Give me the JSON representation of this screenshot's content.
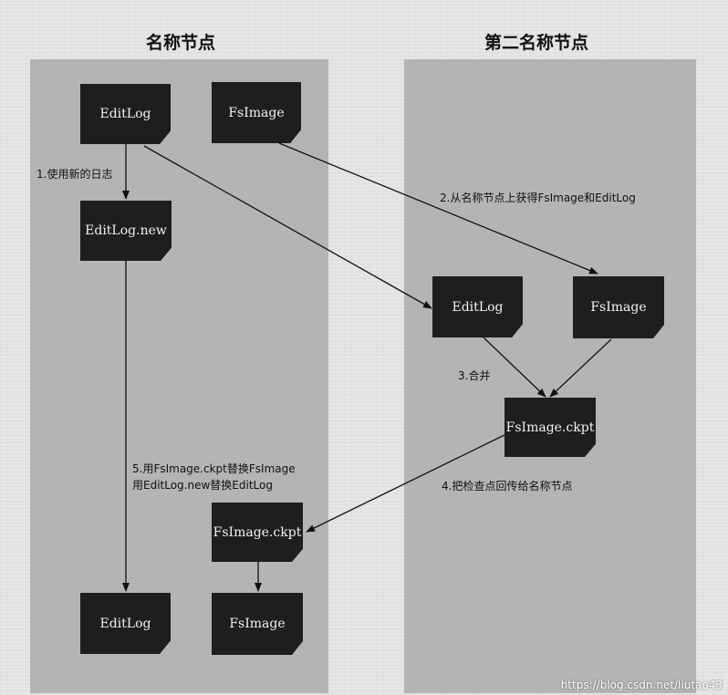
{
  "titles": {
    "left": "名称节点",
    "right": "第二名称节点"
  },
  "docs": {
    "editlog_top": "EditLog",
    "fsimage_top": "FsImage",
    "editlog_new": "EditLog.new",
    "editlog_copy": "EditLog",
    "fsimage_copy": "FsImage",
    "fsimage_ckpt_right": "FsImage.ckpt",
    "fsimage_ckpt_left": "FsImage.ckpt",
    "editlog_bottom": "EditLog",
    "fsimage_bottom": "FsImage"
  },
  "steps": {
    "step1": "1.使用新的日志",
    "step2": "2.从名称节点上获得FsImage和EditLog",
    "step3": "3.合并",
    "step4": "4.把检查点回传给名称节点",
    "step5_line1": "5.用FsImage.ckpt替换FsImage",
    "step5_line2": "用EditLog.new替换EditLog"
  },
  "watermark": "https://blog.csdn.net/liutao43"
}
